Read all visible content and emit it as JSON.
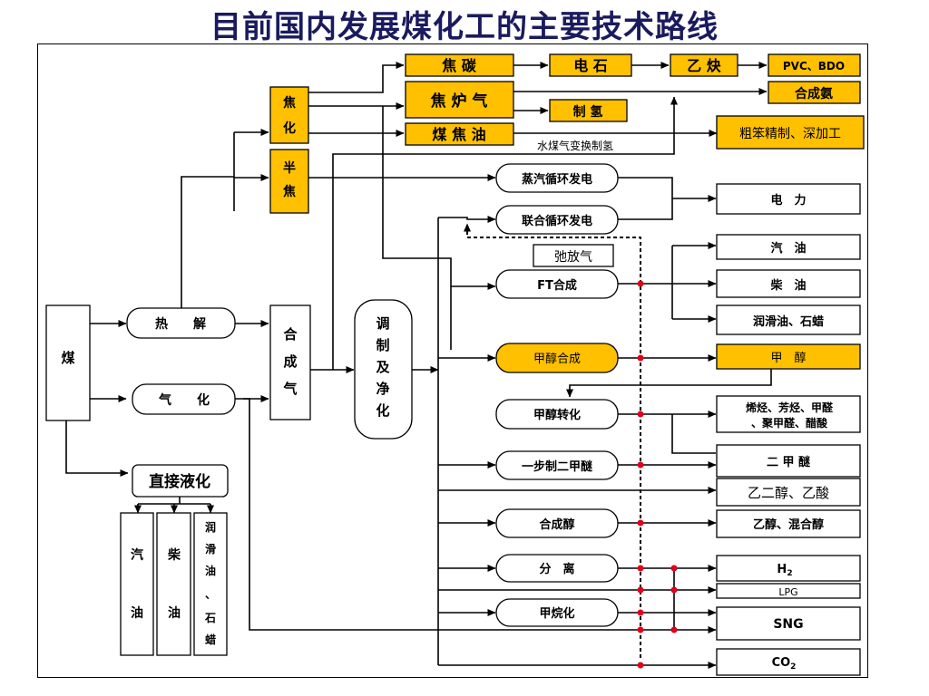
{
  "title": "目前国内发展煤化工的主要技术路线",
  "nodes": {
    "coal": "煤",
    "pyrolysis": "热　　解",
    "gasification": "气　　化",
    "direct_liquefaction": "直接液化",
    "dl_gasoline": [
      "汽",
      "油"
    ],
    "dl_diesel": [
      "柴",
      "油"
    ],
    "dl_lube": [
      "润",
      "滑",
      "油",
      "、",
      "石",
      "蜡"
    ],
    "coking": [
      "焦",
      "化"
    ],
    "semi_coke": [
      "半",
      "焦"
    ],
    "syngas": [
      "合",
      "成",
      "气"
    ],
    "purification": [
      "调",
      "制",
      "及",
      "净",
      "化"
    ],
    "coke": "焦 碳",
    "coke_oven_gas": "焦 炉 气",
    "coal_tar": "煤 焦 油",
    "calcium_carbide": "电 石",
    "acetylene": "乙 炔",
    "pvc_bdo": "PVC、BDO",
    "hydrogen_production": "制 氢",
    "synthetic_ammonia": "合成氨",
    "benzene_refining": "粗笨精制、深加工",
    "water_gas_shift": "水煤气变换制氢",
    "steam_cycle": "蒸汽循环发电",
    "combined_cycle": "联合循环发电",
    "electricity": "电　力",
    "purge_gas": "弛放气",
    "ft_synthesis": "FT合成",
    "gasoline": "汽　油",
    "diesel": "柴　油",
    "lube_wax": "润滑油、石蜡",
    "methanol_synthesis": "甲醇合成",
    "methanol": "甲　醇",
    "methanol_conversion": "甲醇转化",
    "olefins_line1": "烯烃、芳烃、甲醛",
    "olefins_line2": "、聚甲醛、醋酸",
    "dme_process": "一步制二甲醚",
    "dme": "二 甲 醚",
    "glycol": "乙二醇、乙酸",
    "alcohol_synthesis": "合成醇",
    "ethanol_mixed": "乙醇、混合醇",
    "separation": "分　离",
    "h2_main": "H",
    "h2_sub": "2",
    "lpg": "LPG",
    "methanation": "甲烷化",
    "sng": "SNG",
    "co2_main": "CO",
    "co2_sub": "2"
  },
  "colors": {
    "accent_fill": "#ffc000",
    "line": "#000000",
    "junction_dot": "#e0001a",
    "title": "#1a1a5e"
  }
}
